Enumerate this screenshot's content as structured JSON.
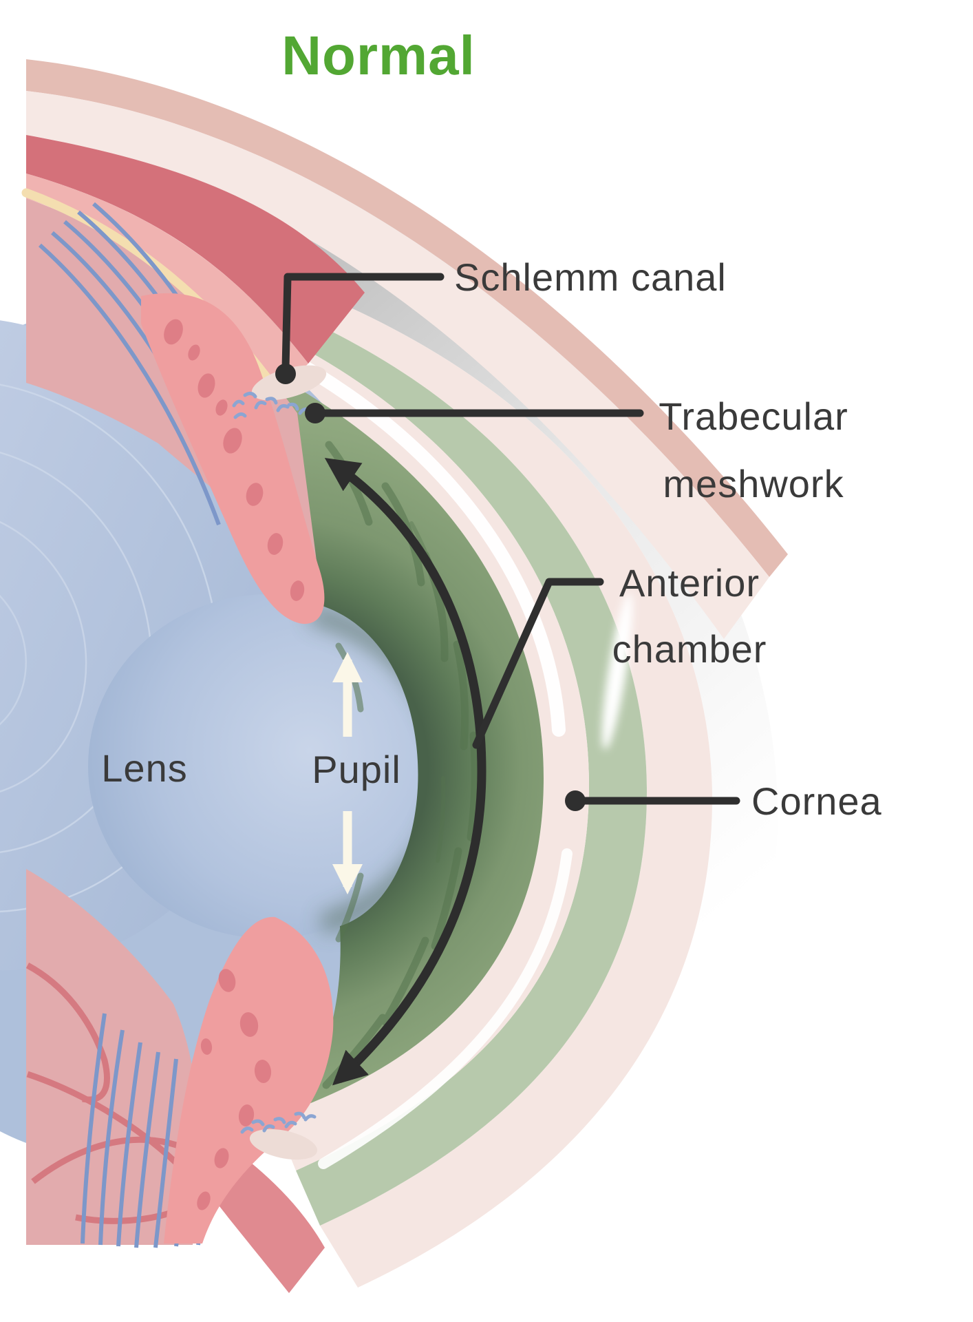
{
  "title": {
    "text": "Normal",
    "color": "#52a733"
  },
  "labels": {
    "schlemm_canal": "Schlemm canal",
    "trabecular_meshwork_line1": "Trabecular",
    "trabecular_meshwork_line2": "meshwork",
    "anterior_chamber_line1": "Anterior",
    "anterior_chamber_line2": "chamber",
    "cornea": "Cornea",
    "lens": "Lens",
    "pupil": "Pupil"
  },
  "colors": {
    "title_green": "#52a733",
    "label_text": "#3a3a3a",
    "leader_line": "#2f2f2f",
    "flow_arrow": "#2d2d2d",
    "pupil_arrow": "#fbf7e8",
    "iris_green_mid": "#7d9770",
    "iris_green_dark": "#4f6b4d",
    "pale_green_band": "#b7c9ac",
    "cornea_pink": "#f5e6e2",
    "sclera_gray": "#d2d2d2",
    "dusty_pink_band": "#e4bdb4",
    "red_band": "#d4717a",
    "ciliary_pink": "#ef9e9f",
    "lens_blue": "#b3c3dd",
    "pupil_blue": "#aabdd9",
    "zonule_blue": "#7d97c9",
    "schlemm_tan": "#c79a8f",
    "trabecular_speckle_blue": "#8ba5d2",
    "cream_arc": "#f4deb0"
  }
}
